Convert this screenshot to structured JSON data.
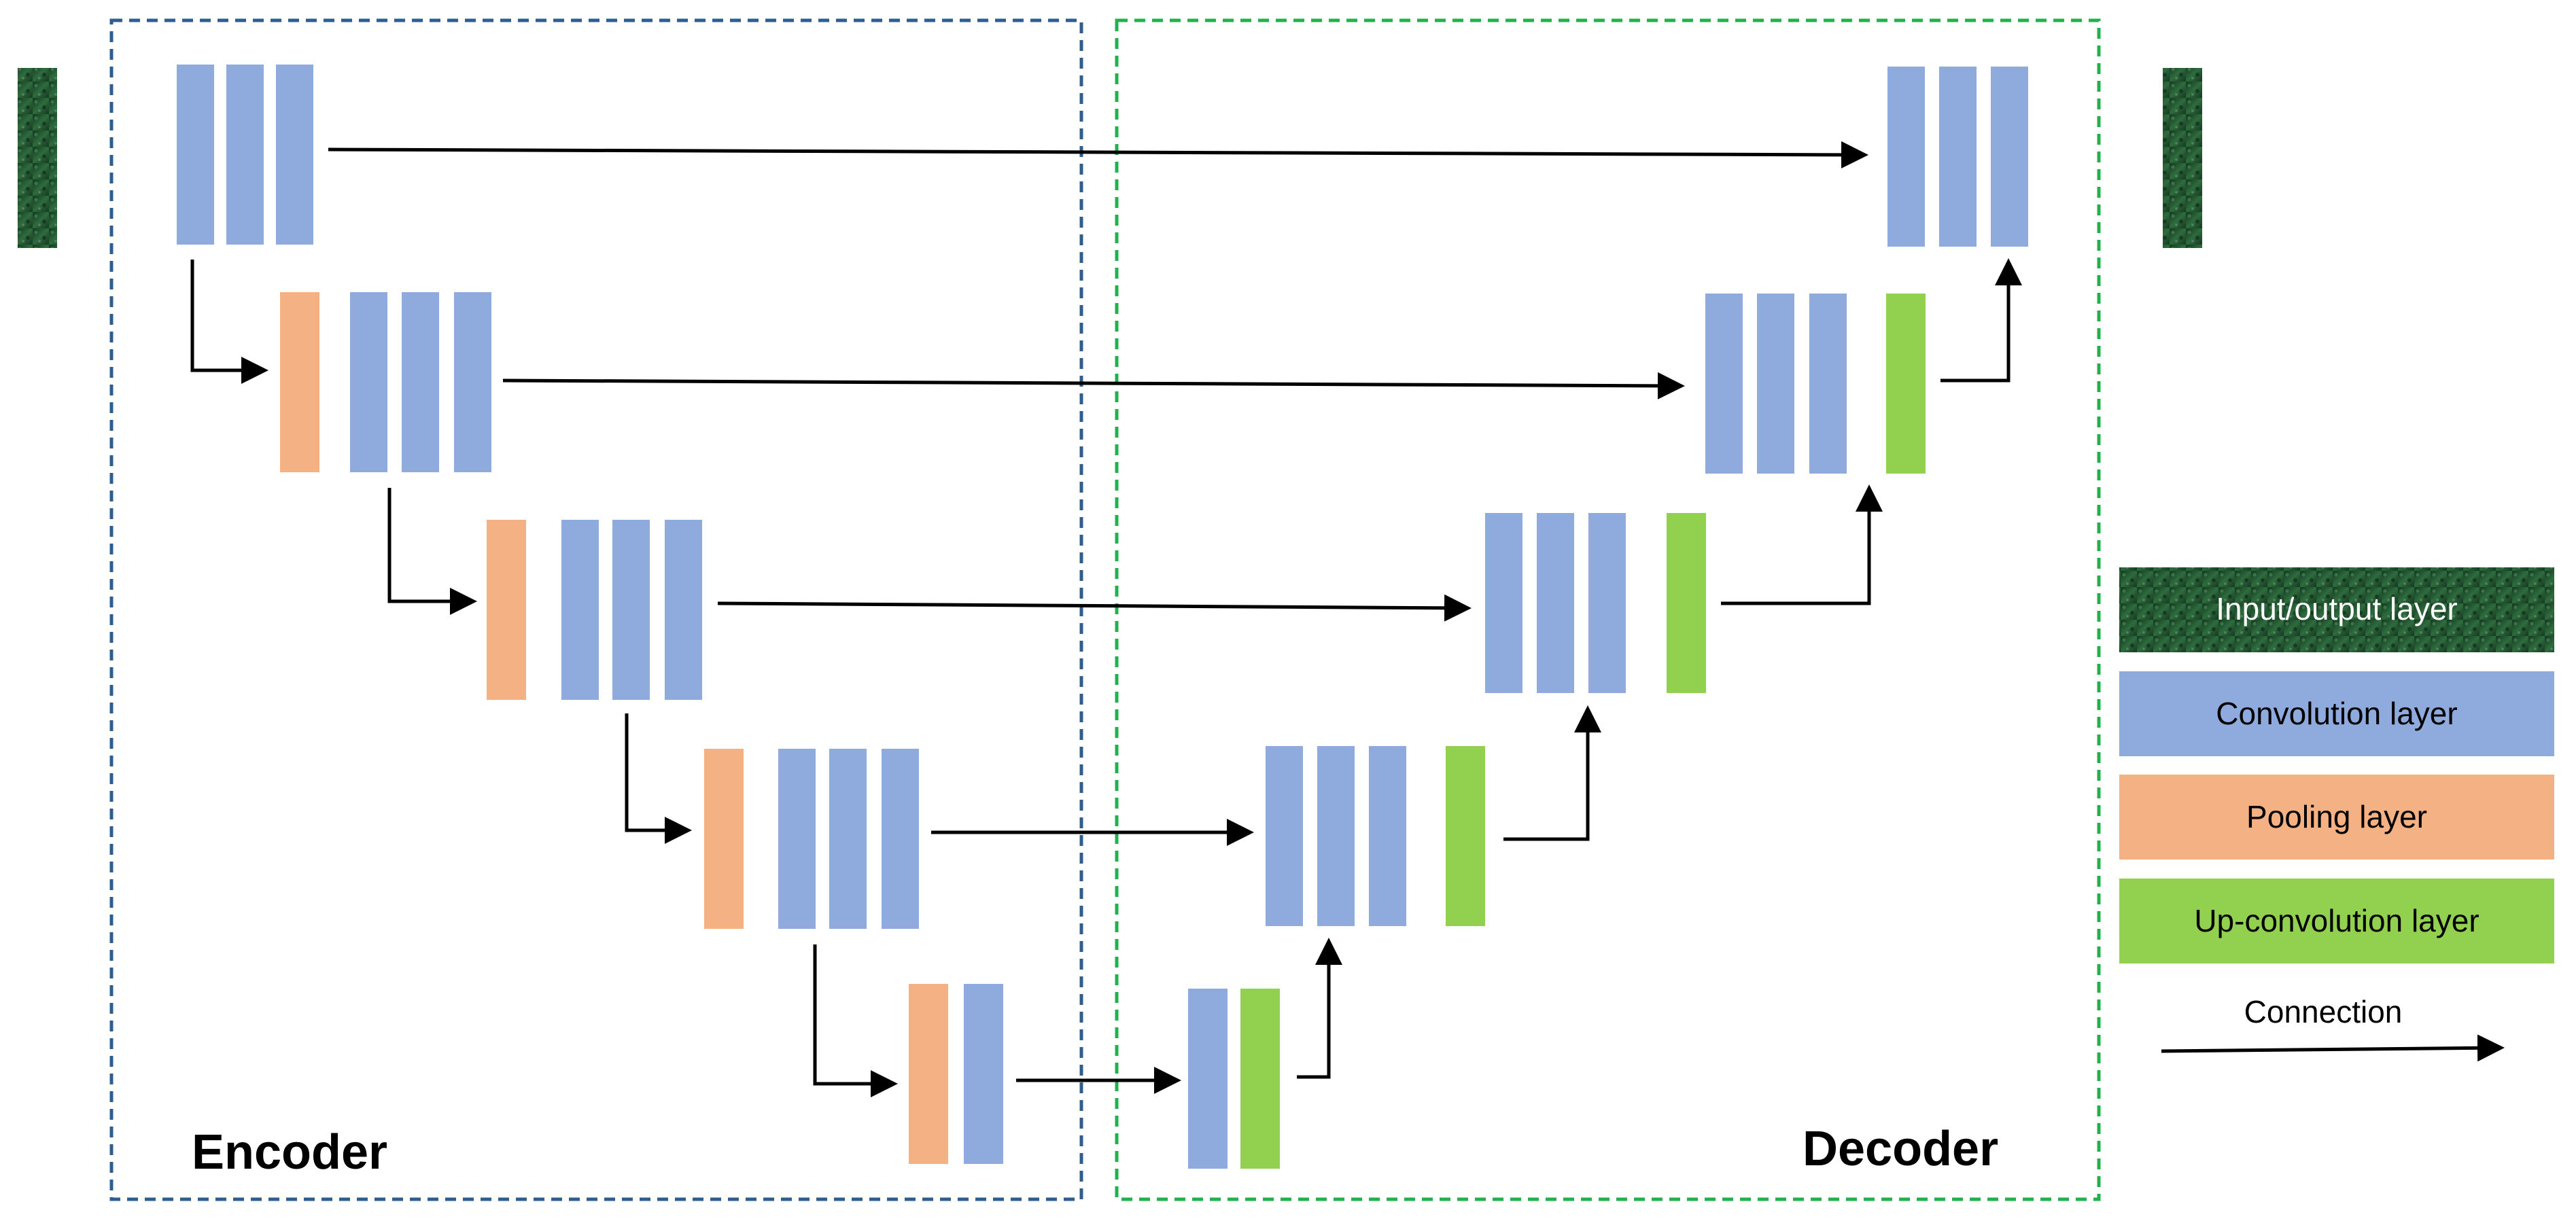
{
  "diagram": {
    "sections": [
      {
        "id": "encoder",
        "label": "Encoder",
        "border_color": "#2E5E8E"
      },
      {
        "id": "decoder",
        "label": "Decoder",
        "border_color": "#22B14C"
      }
    ],
    "colors": {
      "input_output": "#1E4D2B",
      "convolution": "#8FAADC",
      "pooling": "#F4B183",
      "up_convolution": "#92D050",
      "connection": "#000000"
    },
    "legend": [
      {
        "key": "input_output",
        "label": "Input/output layer",
        "text_color": "#ffffff"
      },
      {
        "key": "convolution",
        "label": "Convolution layer",
        "text_color": "#000000"
      },
      {
        "key": "pooling",
        "label": "Pooling layer",
        "text_color": "#000000"
      },
      {
        "key": "up_convolution",
        "label": "Up-convolution layer",
        "text_color": "#000000"
      },
      {
        "key": "connection",
        "label": "Connection",
        "text_color": "#000000"
      }
    ]
  }
}
